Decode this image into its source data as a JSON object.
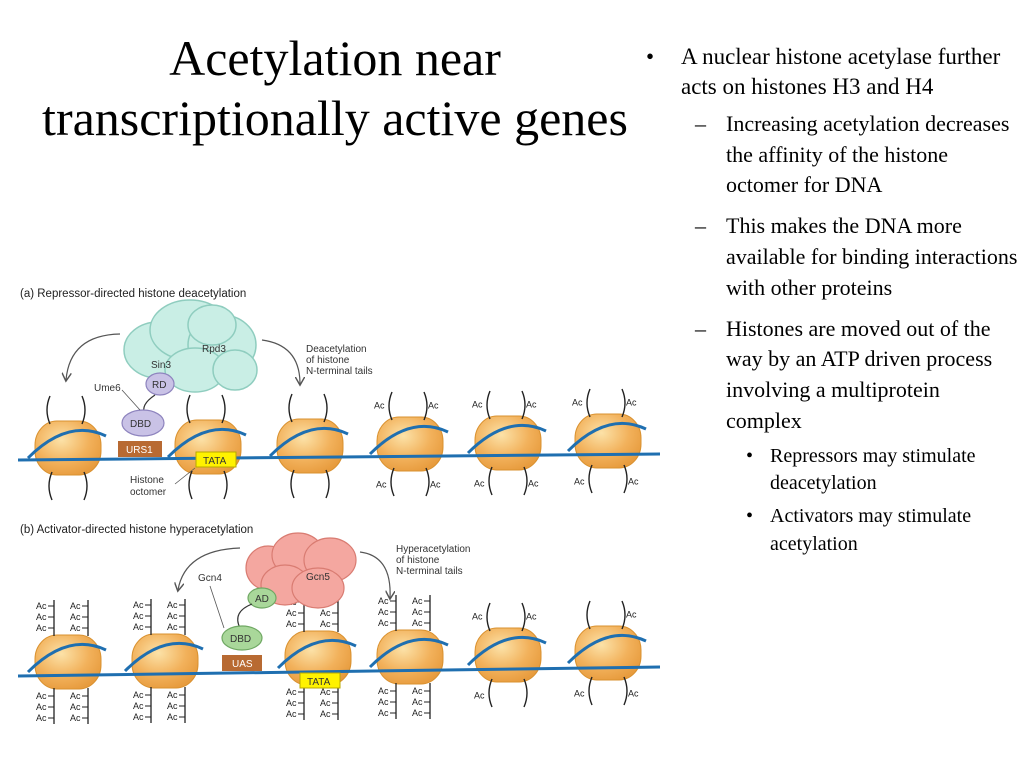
{
  "slide": {
    "title": "Acetylation near transcriptionally active genes"
  },
  "bullets": {
    "main": "A nuclear histone acetylase further acts on histones H3 and H4",
    "sub": [
      "Increasing acetylation decreases the affinity of the histone octomer for DNA",
      "This makes the DNA more available for binding interactions with other proteins",
      "Histones are moved out of the way by an ATP driven process involving a multiprotein complex"
    ],
    "subsub": [
      "Repressors may stimulate deacetylation",
      "Activators may stimulate acetylation"
    ],
    "marks": {
      "bullet": "•",
      "dash": "–"
    }
  },
  "figure": {
    "panel_a": {
      "label": "(a)  Repressor-directed histone deacetylation",
      "sin3": "Sin3",
      "rpd3": "Rpd3",
      "rd": "RD",
      "dbd": "DBD",
      "ume6": "Ume6",
      "urs1": "URS1",
      "tata": "TATA",
      "deacetylation_note": [
        "Deacetylation",
        "of histone",
        "N-terminal tails"
      ],
      "histone_octomer": [
        "Histone",
        "octomer"
      ],
      "ac": "Ac"
    },
    "panel_b": {
      "label": "(b)  Activator-directed histone hyperacetylation",
      "gcn4": "Gcn4",
      "gcn5": "Gcn5",
      "ad": "AD",
      "dbd": "DBD",
      "uas": "UAS",
      "tata": "TATA",
      "hyper_note": [
        "Hyperacetylation",
        "of histone",
        "N-terminal tails"
      ],
      "ac": "Ac"
    },
    "colors": {
      "nucleosome": "#F2B15B",
      "dna": "#1F6FB0",
      "sin3_complex": "#C9EEE5",
      "gcn5_complex": "#F4A7A0",
      "dbd": "#C9C2E6",
      "ad": "#A9D79A",
      "urs1": "#B86A32",
      "tata": "#FFF200"
    }
  }
}
